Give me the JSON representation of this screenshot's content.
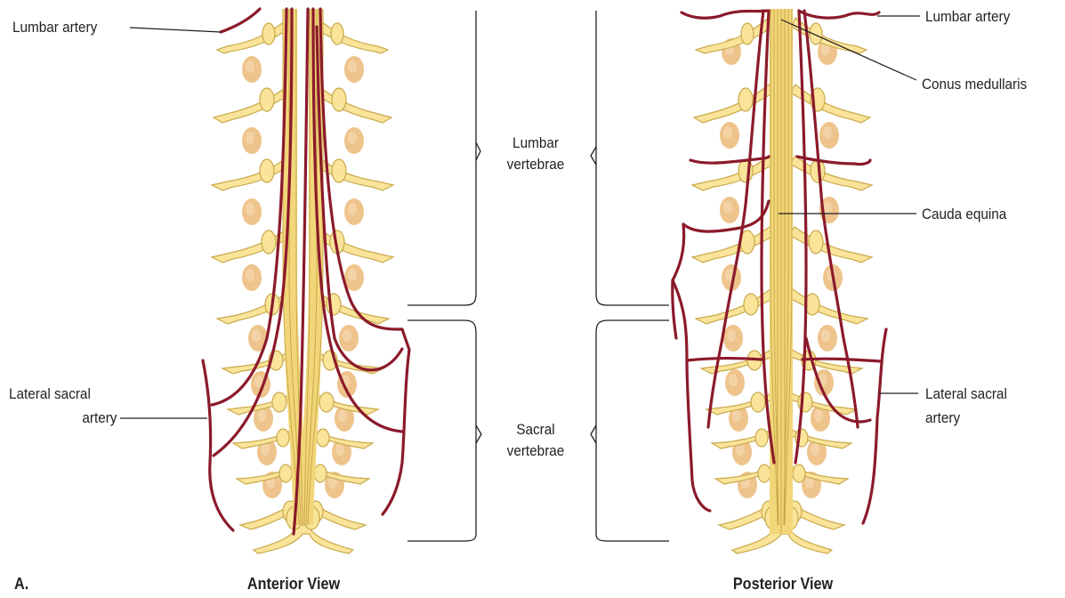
{
  "figure_letter": "A.",
  "views": {
    "anterior": {
      "title": "Anterior View",
      "labels": {
        "lumbar_artery": "Lumbar artery",
        "lateral_sacral_artery_line1": "Lateral sacral",
        "lateral_sacral_artery_line2": "artery"
      }
    },
    "posterior": {
      "title": "Posterior View",
      "labels": {
        "lumbar_artery": "Lumbar artery",
        "conus_medullaris": "Conus medullaris",
        "cauda_equina": "Cauda equina",
        "lateral_sacral_artery_line1": "Lateral sacral",
        "lateral_sacral_artery_line2": "artery"
      }
    }
  },
  "regions": {
    "lumbar_line1": "Lumbar",
    "lumbar_line2": "vertebrae",
    "sacral_line1": "Sacral",
    "sacral_line2": "vertebrae"
  },
  "colors": {
    "nerve_fill": "#f9e49a",
    "nerve_stroke": "#c9a94b",
    "vertebral_body": "#eec48c",
    "artery": "#8b1a2b",
    "leader": "#231f20"
  }
}
